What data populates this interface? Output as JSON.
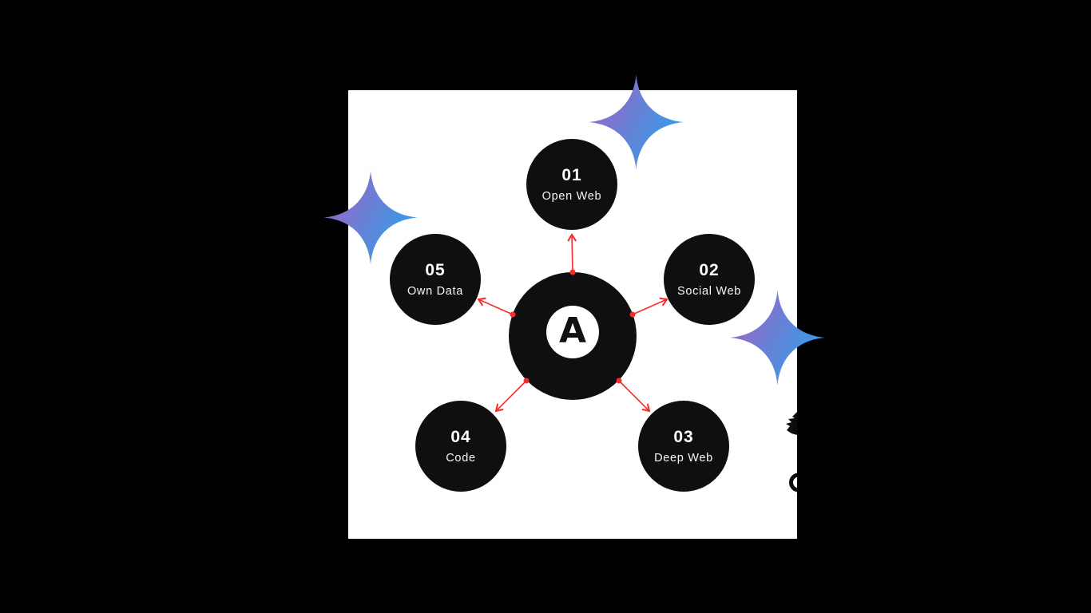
{
  "page": {
    "background": "#000000"
  },
  "canvas": {
    "background": "#ffffff"
  },
  "diagram": {
    "center": {
      "letter": "A"
    },
    "nodes": [
      {
        "number": "01",
        "label": "Open Web"
      },
      {
        "number": "02",
        "label": "Social Web"
      },
      {
        "number": "03",
        "label": "Deep Web"
      },
      {
        "number": "04",
        "label": "Code"
      },
      {
        "number": "05",
        "label": "Own Data"
      }
    ],
    "colors": {
      "node_fill": "#0f0f0f",
      "node_text": "#ffffff",
      "connector_red": "#fa2a2a",
      "hub_badge": "#ffffff",
      "sparkle_gradient_start": "#9d64c3",
      "sparkle_gradient_end": "#2aa2ec"
    }
  },
  "decorations": {
    "sparkles": [
      {
        "name": "sparkle-top-icon"
      },
      {
        "name": "sparkle-left-icon"
      },
      {
        "name": "sparkle-right-icon"
      }
    ],
    "edge_glyphs": [
      {
        "name": "clipped-silhouette-glyph"
      },
      {
        "name": "clipped-letter-glyph"
      }
    ]
  }
}
